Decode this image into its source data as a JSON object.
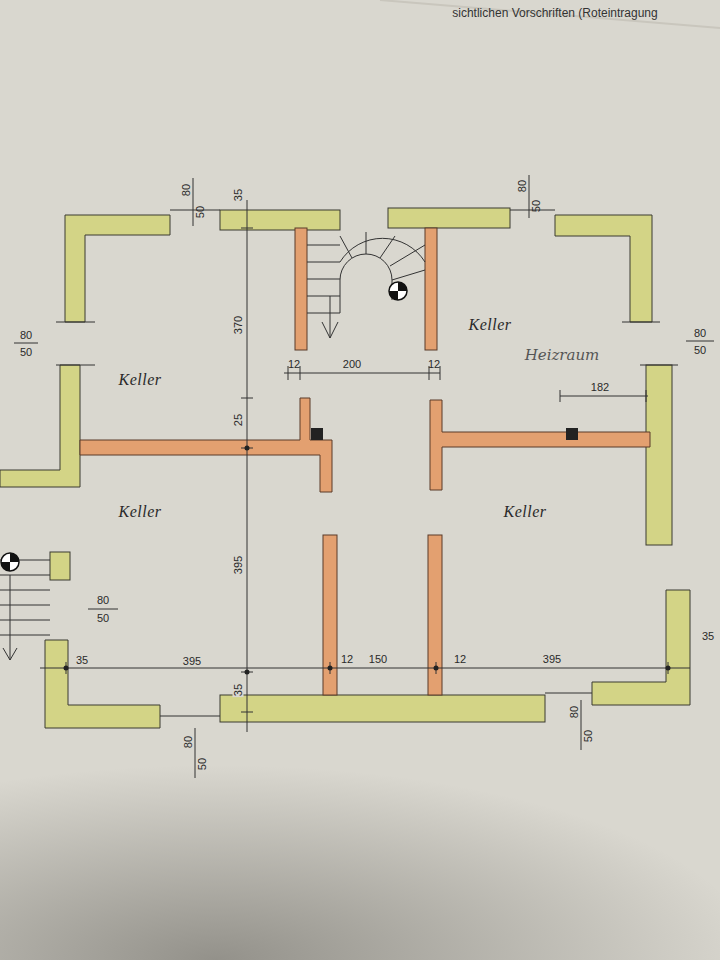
{
  "diagram": {
    "labels": [
      "sichtlichen Vorschriften (Roteintragung",
      "80",
      "50",
      "35",
      "80",
      "50",
      "80",
      "50",
      "80",
      "50",
      "Keller",
      "Keller",
      "Heizraum",
      "Keller",
      "Keller",
      "370",
      "25",
      "395",
      "35",
      "12",
      "200",
      "12",
      "182",
      "80",
      "50",
      "35",
      "395",
      "12",
      "150",
      "12",
      "395",
      "35",
      "80",
      "50",
      "80",
      "50"
    ]
  }
}
